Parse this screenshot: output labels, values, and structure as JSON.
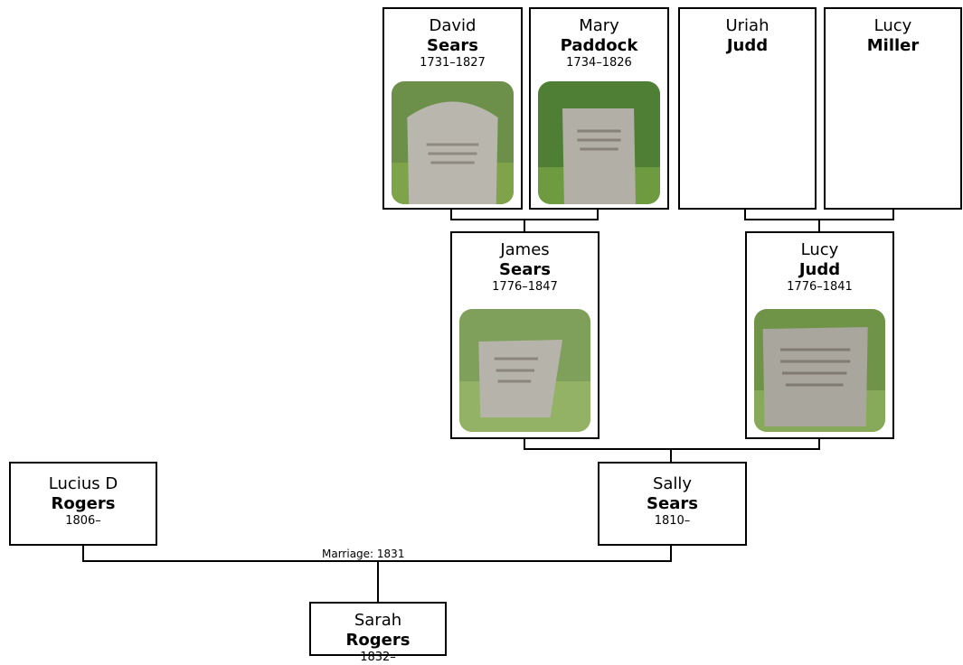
{
  "people": {
    "david_sears": {
      "given": "David",
      "surname": "Sears",
      "years": "1731–1827"
    },
    "mary_paddock": {
      "given": "Mary",
      "surname": "Paddock",
      "years": "1734–1826"
    },
    "uriah_judd": {
      "given": "Uriah",
      "surname": "Judd"
    },
    "lucy_miller": {
      "given": "Lucy",
      "surname": "Miller"
    },
    "james_sears": {
      "given": "James",
      "surname": "Sears",
      "years": "1776–1847"
    },
    "lucy_judd": {
      "given": "Lucy",
      "surname": "Judd",
      "years": "1776–1841"
    },
    "lucius_rogers": {
      "given": "Lucius D",
      "surname": "Rogers",
      "years": "1806–"
    },
    "sally_sears": {
      "given": "Sally",
      "surname": "Sears",
      "years": "1810–"
    },
    "sarah_rogers": {
      "given": "Sarah",
      "surname": "Rogers",
      "years": "1832–"
    }
  },
  "marriage_label": "Marriage: 1831",
  "colors": {
    "border": "#000000",
    "grass": "#5f8f3a",
    "stone": "#b9b6ad"
  }
}
